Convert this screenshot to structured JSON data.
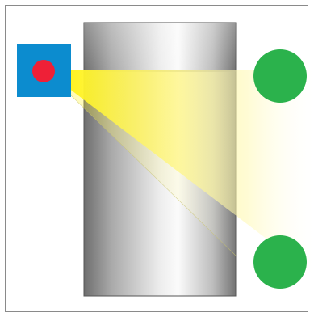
{
  "diagram": {
    "colors": {
      "background": "#ffffff",
      "frame_border": "#8a8a8a",
      "emitter_box": "#0c8ccf",
      "emitter_dot": "#ee2037",
      "beam": "#fff200",
      "receiver": "#2bb24c",
      "cylinder_dark": "#6e6e6e",
      "cylinder_light": "#f8f8f8",
      "cylinder_outline": "#555555"
    },
    "elements": {
      "emitter": {
        "shape": "square",
        "icon": "light-source-icon"
      },
      "beam": {
        "shape": "triangle",
        "icon": "light-beam-icon"
      },
      "cylinder": {
        "shape": "rectangle",
        "icon": "cylinder-icon"
      },
      "receiver_top": {
        "shape": "circle",
        "icon": "receiver-icon"
      },
      "receiver_bottom": {
        "shape": "circle",
        "icon": "receiver-icon"
      }
    }
  }
}
